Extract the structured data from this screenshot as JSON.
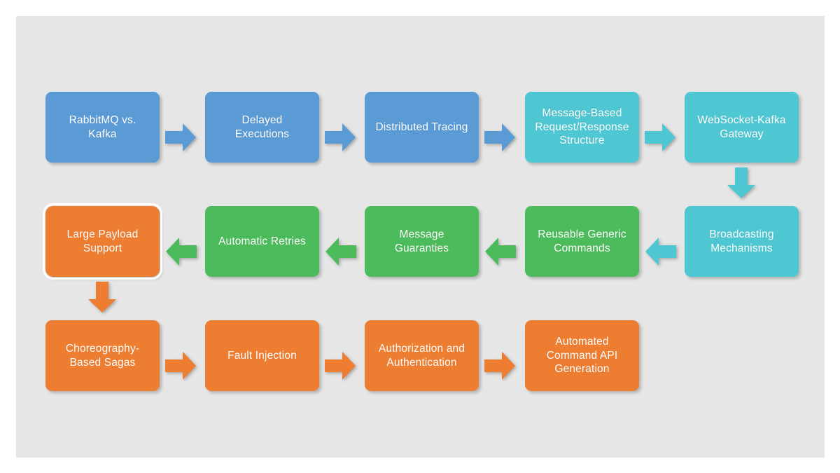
{
  "slide": {
    "background_color": "#e6e6e6",
    "page_background": "#ffffff"
  },
  "palette": {
    "blue": "#5b9bd5",
    "teal": "#4fc7d2",
    "green": "#4cbb5b",
    "orange": "#ed7d31",
    "text": "#ffffff",
    "canvas": "#e6e6e6"
  },
  "diagram": {
    "type": "flowchart",
    "title": "",
    "rows": [
      {
        "name": "row-1",
        "direction": "left-to-right",
        "nodes": [
          {
            "id": "rabbitmq-vs-kafka",
            "label": "RabbitMQ vs.\nKafka",
            "color": "blue"
          },
          {
            "id": "delayed-executions",
            "label": "Delayed\nExecutions",
            "color": "blue"
          },
          {
            "id": "distributed-tracing",
            "label": "Distributed Tracing",
            "color": "blue"
          },
          {
            "id": "message-based-reqres",
            "label": "Message-Based\nRequest/Response\nStructure",
            "color": "teal"
          },
          {
            "id": "websocket-kafka-gateway",
            "label": "WebSocket-Kafka\nGateway",
            "color": "teal"
          }
        ]
      },
      {
        "name": "row-2",
        "direction": "right-to-left",
        "nodes": [
          {
            "id": "large-payload-support",
            "label": "Large Payload\nSupport",
            "color": "orange",
            "selected": true
          },
          {
            "id": "automatic-retries",
            "label": "Automatic Retries",
            "color": "green"
          },
          {
            "id": "message-guaranties",
            "label": "Message\nGuaranties",
            "color": "green"
          },
          {
            "id": "reusable-generic-commands",
            "label": "Reusable Generic\nCommands",
            "color": "green"
          },
          {
            "id": "broadcasting-mechanisms",
            "label": "Broadcasting\nMechanisms",
            "color": "teal"
          }
        ]
      },
      {
        "name": "row-3",
        "direction": "left-to-right",
        "nodes": [
          {
            "id": "choreography-based-sagas",
            "label": "Choreography-\nBased Sagas",
            "color": "orange"
          },
          {
            "id": "fault-injection",
            "label": "Fault Injection",
            "color": "orange"
          },
          {
            "id": "authorization-and-authentication",
            "label": "Authorization and\nAuthentication",
            "color": "orange"
          },
          {
            "id": "automated-command-api-generation",
            "label": "Automated\nCommand  API\nGeneration",
            "color": "orange"
          }
        ]
      }
    ],
    "connectors": [
      {
        "id": "arrow-r1-1",
        "from": "rabbitmq-vs-kafka",
        "to": "delayed-executions",
        "direction": "right",
        "color": "blue"
      },
      {
        "id": "arrow-r1-2",
        "from": "delayed-executions",
        "to": "distributed-tracing",
        "direction": "right",
        "color": "blue"
      },
      {
        "id": "arrow-r1-3",
        "from": "distributed-tracing",
        "to": "message-based-reqres",
        "direction": "right",
        "color": "blue"
      },
      {
        "id": "arrow-r1-4",
        "from": "message-based-reqres",
        "to": "websocket-kafka-gateway",
        "direction": "right",
        "color": "teal"
      },
      {
        "id": "arrow-down-1",
        "from": "websocket-kafka-gateway",
        "to": "broadcasting-mechanisms",
        "direction": "down",
        "color": "teal"
      },
      {
        "id": "arrow-r2-1",
        "from": "broadcasting-mechanisms",
        "to": "reusable-generic-commands",
        "direction": "left",
        "color": "teal"
      },
      {
        "id": "arrow-r2-2",
        "from": "reusable-generic-commands",
        "to": "message-guaranties",
        "direction": "left",
        "color": "green"
      },
      {
        "id": "arrow-r2-3",
        "from": "message-guaranties",
        "to": "automatic-retries",
        "direction": "left",
        "color": "green"
      },
      {
        "id": "arrow-r2-4",
        "from": "automatic-retries",
        "to": "large-payload-support",
        "direction": "left",
        "color": "green"
      },
      {
        "id": "arrow-down-2",
        "from": "large-payload-support",
        "to": "choreography-based-sagas",
        "direction": "down",
        "color": "orange"
      },
      {
        "id": "arrow-r3-1",
        "from": "choreography-based-sagas",
        "to": "fault-injection",
        "direction": "right",
        "color": "orange"
      },
      {
        "id": "arrow-r3-2",
        "from": "fault-injection",
        "to": "authorization-and-authentication",
        "direction": "right",
        "color": "orange"
      },
      {
        "id": "arrow-r3-3",
        "from": "authorization-and-authentication",
        "to": "automated-command-api-generation",
        "direction": "right",
        "color": "orange"
      }
    ]
  }
}
